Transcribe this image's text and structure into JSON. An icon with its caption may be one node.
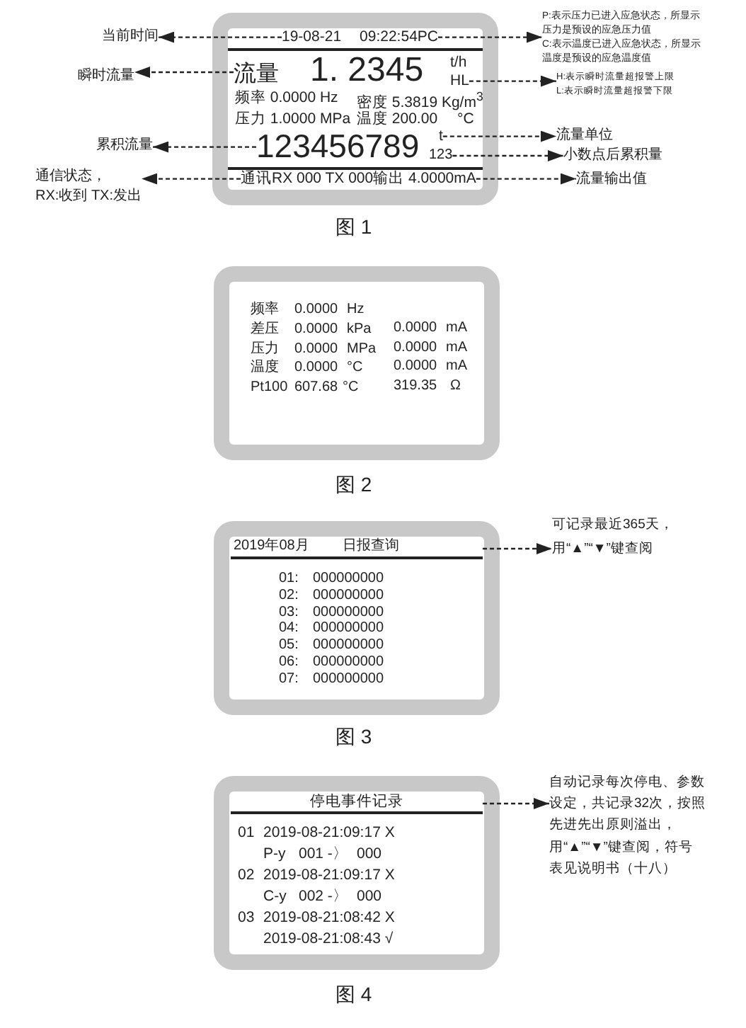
{
  "diagram": {
    "nodes": [
      {
        "text": [
          "t/h",
          "频率 0.0000 Hz",
          "密度 5.3819 Kg/m$^{3}$",
          "压力 1.0000 MPa",
          "温度 200.00",
          "°C"
        ],
        "beside": [
          "图 1"
        ]
      },
      {
        "text": [
          "19-08-21",
          "09:22:54PC"
        ],
        "in": 0
      },
      {
        "text": [
          "流量",
          "1. 2345"
        ],
        "in": 0
      },
      {
        "text": [
          "HL"
        ],
        "in": 0
      },
      {
        "text": [
          "123456789"
        ],
        "in": 0
      },
      {
        "text": [
          "t"
        ],
        "in": 0
      },
      {
        "text": [
          "123"
        ],
        "in": 0
      },
      {
        "text": [
          "通讯RX 000 TX 000输出 4.0000mA"
        ],
        "in": 0
      },
      {
        "text": [
          "当前时间"
        ]
      },
      {
        "text": [
          "P:表示压力已进入应急状态，所显示压力是预设的应急压力值",
          "C:表示温度已进入应急状态，所显示温度是预设的应急温度值"
        ]
      },
      {
        "text": [
          "瞬时流量"
        ]
      },
      {
        "text": [
          "H:表示瞬时流量超报警上限",
          "L:表示瞬时流量超报警下限"
        ]
      },
      {
        "text": [
          "累积流量"
        ]
      },
      {
        "text": [
          "流量单位"
        ]
      },
      {
        "text": [
          "小数点后累积量"
        ]
      },
      {
        "text": [
          "通信状态，",
          "RX:收到 TX:发出"
        ]
      },
      {
        "text": [
          "流量输出值"
        ]
      },
      {
        "text": [
          "频率",
          "0.0000",
          "Hz",
          "差压",
          "0.0000",
          "kPa",
          "0.0000",
          "mA",
          "压力",
          "0.0000",
          "MPa",
          "0.0000",
          "mA",
          "温度",
          "0.0000",
          "°C",
          "0.0000",
          "mA",
          "Pt100",
          "607.68",
          "°C",
          "319.35",
          "Ω"
        ],
        "beside": [
          "图 2"
        ]
      },
      {
        "text": [
          "01:",
          "000000000",
          "02:",
          "000000000",
          "03:",
          "000000000",
          "04:",
          "000000000",
          "05:",
          "000000000",
          "06:",
          "000000000",
          "07:",
          "000000000"
        ],
        "beside": [
          "图 3"
        ]
      },
      {
        "text": [
          "2019年08月",
          "日报查询"
        ],
        "in": 18
      },
      {
        "text": [
          "可记录最近365天，用“▲”“▼”键查阅"
        ]
      },
      {
        "text": [
          "01",
          "2019-08-21:09:17 X",
          "P-y",
          "001 -〉",
          "000",
          "02",
          "2019-08-21:09:17 X",
          "C-y",
          "002 -〉",
          "000",
          "03",
          "2019-08-21:08:42 X",
          "2019-08-21:08:43 √"
        ],
        "beside": [
          "图 4"
        ]
      },
      {
        "text": [
          "停电事件记录"
        ],
        "in": 21
      },
      {
        "text": [
          "自动记录每次停电、参数设定，共记录32次，按照先进先出原则溢出，用“▲”“▼”键查阅，符号表见说明书（十八）"
        ]
      }
    ],
    "edges": [
      {
        "from": 1,
        "to": 8,
        "arrow": "to",
        "style": "dashed"
      },
      {
        "from": 1,
        "to": 9,
        "arrow": "to",
        "style": "dashed"
      },
      {
        "from": 2,
        "to": 10,
        "arrow": "to",
        "style": "dashed"
      },
      {
        "from": 3,
        "to": 11,
        "arrow": "to",
        "style": "dashed"
      },
      {
        "from": 4,
        "to": 12,
        "arrow": "to",
        "style": "dashed"
      },
      {
        "from": 5,
        "to": 13,
        "arrow": "to",
        "style": "dashed"
      },
      {
        "from": 6,
        "to": 14,
        "arrow": "to",
        "style": "dashed"
      },
      {
        "from": 7,
        "to": 15,
        "arrow": "to",
        "style": "dashed"
      },
      {
        "from": 7,
        "to": 16,
        "arrow": "to",
        "style": "dashed"
      },
      {
        "from": 19,
        "to": 20,
        "arrow": "to",
        "style": "dashed"
      },
      {
        "from": 22,
        "to": 23,
        "arrow": "to",
        "style": "dashed"
      }
    ]
  }
}
